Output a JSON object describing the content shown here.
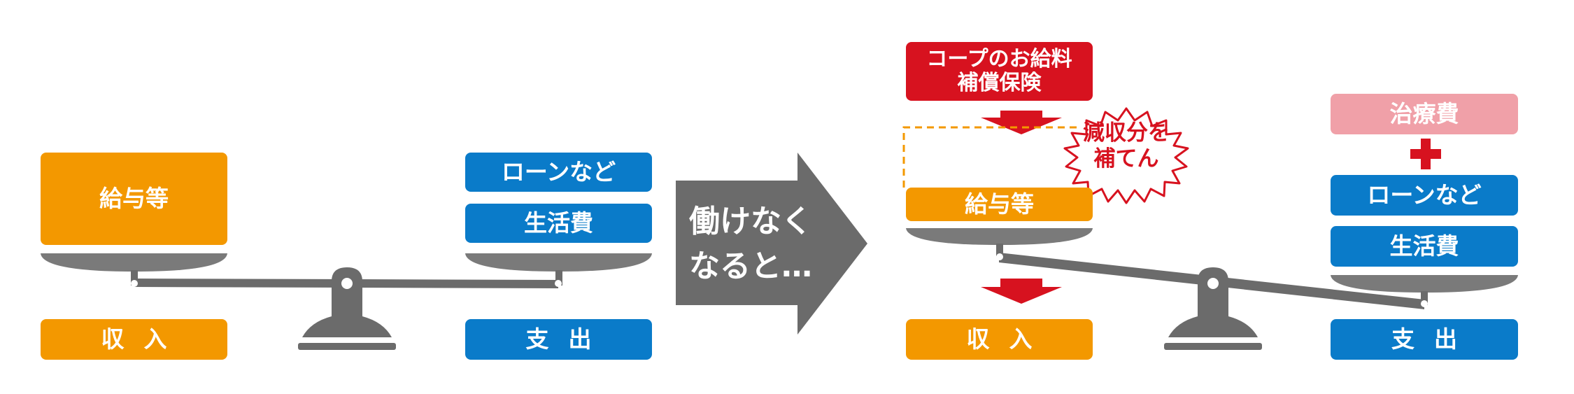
{
  "left": {
    "pan_left_label": "給与等",
    "pan_right_labels": [
      "ローンなど",
      "生活費"
    ],
    "income_label": "収入",
    "expense_label": "支出"
  },
  "transition": {
    "line1": "働けなく",
    "line2": "なると…"
  },
  "right": {
    "insurance_label": "コープのお給料\n補償保険",
    "burst_label": "減収分を\n補てん",
    "salary_label": "給与等",
    "treatment_label": "治療費",
    "loan_label": "ローンなど",
    "living_label": "生活費",
    "income_label": "収入",
    "expense_label": "支出"
  },
  "colors": {
    "income": "#f39800",
    "expense": "#0a7bc9",
    "insurance": "#d7121f",
    "treatment": "#f0a0a8",
    "scale": "#6b6b6b"
  }
}
